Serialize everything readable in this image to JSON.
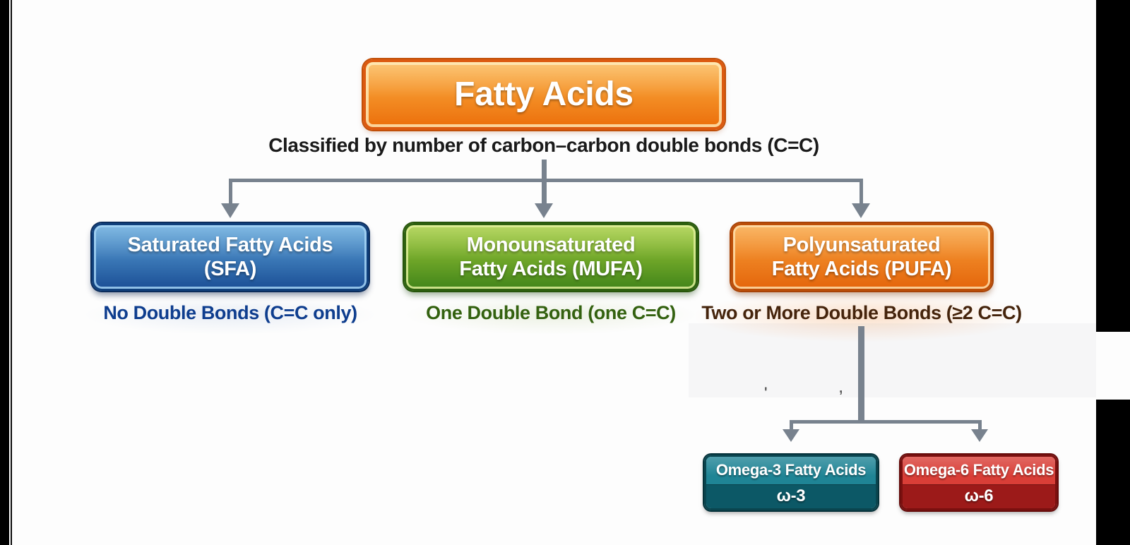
{
  "colors": {
    "connector": "#78828e",
    "root-border": "#dc5a10",
    "root-grad-top": "#fbb143",
    "root-grad-bottom": "#ec6f0b",
    "sfa-border": "#10407c",
    "sfa-grad-top": "#5fa7dc",
    "sfa-grad-bottom": "#1b4f96",
    "sfa-caption": "#0e3d8e",
    "mufa-border": "#2e6110",
    "mufa-grad-top": "#a4cd39",
    "mufa-grad-bottom": "#42851a",
    "mufa-caption": "#33610f",
    "pufa-border": "#bc4e08",
    "pufa-grad-top": "#f9a33c",
    "pufa-grad-bottom": "#e4650b",
    "pufa-caption": "#45240c",
    "omega3-border": "#0a454f",
    "omega3-top": "#1f8495",
    "omega3-bottom": "#0c5866",
    "omega6-border": "#7a100f",
    "omega6-top": "#d93e37",
    "omega6-bottom": "#9c1a19"
  },
  "root": {
    "title": "Fatty Acids",
    "subtitle": "Classified by number of carbon–carbon double bonds (C=C)"
  },
  "nodes": {
    "sfa": {
      "line1": "Saturated Fatty Acids",
      "line2": "(SFA)",
      "caption": "No Double Bonds (C=C only)"
    },
    "mufa": {
      "line1": "Monounsaturated",
      "line2": "Fatty Acids (MUFA)",
      "caption": "One Double Bond (one C=C)"
    },
    "pufa": {
      "line1": "Polyunsaturated",
      "line2": "Fatty Acids (PUFA)",
      "caption": "Two or More Double Bonds (≥2 C=C)"
    },
    "omega3": {
      "title": "Omega-3 Fatty Acids",
      "symbol": "ω-3"
    },
    "omega6": {
      "title": "Omega-6 Fatty Acids",
      "symbol": "ω-6"
    }
  },
  "artifacts": {
    "mark1": "'",
    "mark2": ","
  }
}
